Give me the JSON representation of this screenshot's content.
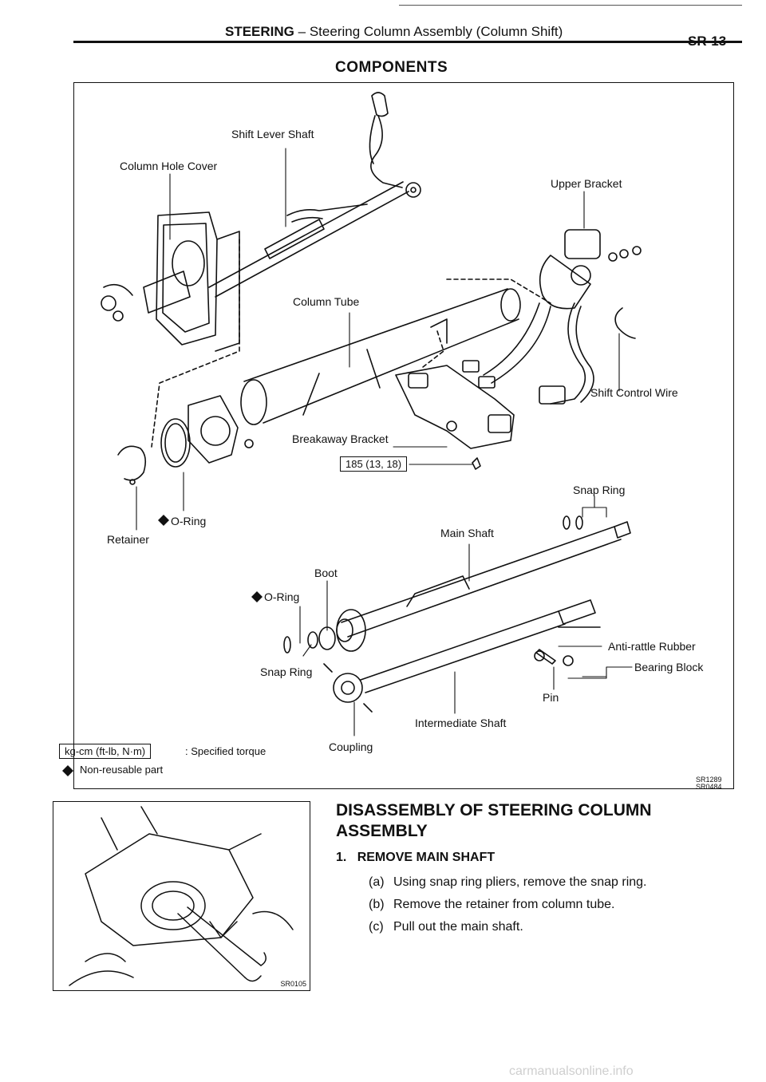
{
  "header": {
    "section": "STEERING",
    "dash": "–",
    "subtitle": "Steering Column Assembly (Column Shift)",
    "page": "SR-13"
  },
  "components": {
    "title": "COMPONENTS",
    "labels": {
      "shift_lever_shaft": "Shift Lever Shaft",
      "column_hole_cover": "Column Hole Cover",
      "upper_bracket": "Upper Bracket",
      "column_tube": "Column Tube",
      "shift_control_wire": "Shift Control Wire",
      "breakaway_bracket": "Breakaway Bracket",
      "torque": "185 (13, 18)",
      "snap_ring_top": "Snap Ring",
      "o_ring_top": "O-Ring",
      "retainer": "Retainer",
      "main_shaft": "Main Shaft",
      "boot": "Boot",
      "o_ring_bottom": "O-Ring",
      "anti_rattle_rubber": "Anti-rattle Rubber",
      "bearing_block": "Bearing Block",
      "snap_ring_bottom": "Snap Ring",
      "pin": "Pin",
      "intermediate_shaft": "Intermediate Shaft",
      "coupling": "Coupling"
    },
    "legend": {
      "torque_units": "kg-cm (ft-lb, N·m)",
      "torque_desc": ": Specified torque",
      "nonreusable_desc": "Non-reusable part"
    },
    "codes": [
      "SR1289",
      "SR0484"
    ]
  },
  "photo": {
    "code": "SR0105"
  },
  "disassembly": {
    "title_line1": "DISASSEMBLY OF STEERING COLUMN",
    "title_line2": "ASSEMBLY",
    "step1_num": "1.",
    "step1_title": "REMOVE MAIN SHAFT",
    "substeps": [
      {
        "key": "(a)",
        "text": "Using snap ring pliers, remove the snap ring."
      },
      {
        "key": "(b)",
        "text": "Remove the retainer from column tube."
      },
      {
        "key": "(c)",
        "text": "Pull out the main shaft."
      }
    ]
  },
  "watermark": "carmanualsonline.info"
}
